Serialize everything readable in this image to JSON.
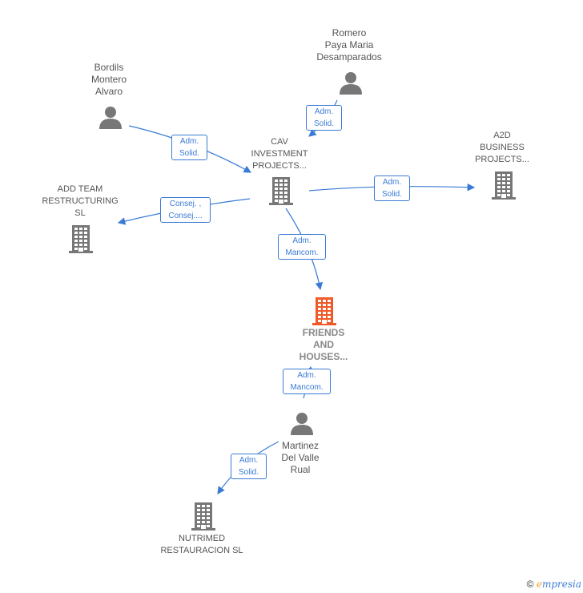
{
  "nodes": {
    "romero": {
      "label": "Romero\nPaya Maria\nDesamparados",
      "type": "person",
      "icon": "person-icon"
    },
    "bordils": {
      "label": "Bordils\nMontero\nAlvaro",
      "type": "person",
      "icon": "person-icon"
    },
    "cav": {
      "label": "CAV\nINVESTMENT\nPROJECTS...",
      "type": "company",
      "icon": "building-icon"
    },
    "a2d": {
      "label": "A2D\nBUSINESS\nPROJECTS...",
      "type": "company",
      "icon": "building-icon"
    },
    "addteam": {
      "label": "ADD TEAM\nRESTRUCTURING\nSL",
      "type": "company",
      "icon": "building-icon"
    },
    "friends": {
      "label": "FRIENDS\nAND\nHOUSES...",
      "type": "company",
      "icon": "building-icon",
      "color": "#f05a28"
    },
    "martinez": {
      "label": "Martinez\nDel Valle\nRual",
      "type": "person",
      "icon": "person-icon"
    },
    "nutrimed": {
      "label": "NUTRIMED\nRESTAURACION SL",
      "type": "company",
      "icon": "building-icon"
    }
  },
  "edges": [
    {
      "from": "romero",
      "to": "cav",
      "label": "Adm.\nSolid."
    },
    {
      "from": "bordils",
      "to": "cav",
      "label": "Adm.\nSolid."
    },
    {
      "from": "cav",
      "to": "a2d",
      "label": "Adm.\nSolid."
    },
    {
      "from": "cav",
      "to": "addteam",
      "label": "Consej. ,\nConsej...."
    },
    {
      "from": "cav",
      "to": "friends",
      "label": "Adm.\nMancom."
    },
    {
      "from": "martinez",
      "to": "friends",
      "label": "Adm.\nMancom."
    },
    {
      "from": "martinez",
      "to": "nutrimed",
      "label": "Adm.\nSolid."
    }
  ],
  "colors": {
    "edge": "#3a7bd5",
    "icon": "#777777",
    "focus": "#f05a28"
  },
  "footer": {
    "copyright": "©",
    "brand_initial": "e",
    "brand_rest": "mpresia"
  }
}
